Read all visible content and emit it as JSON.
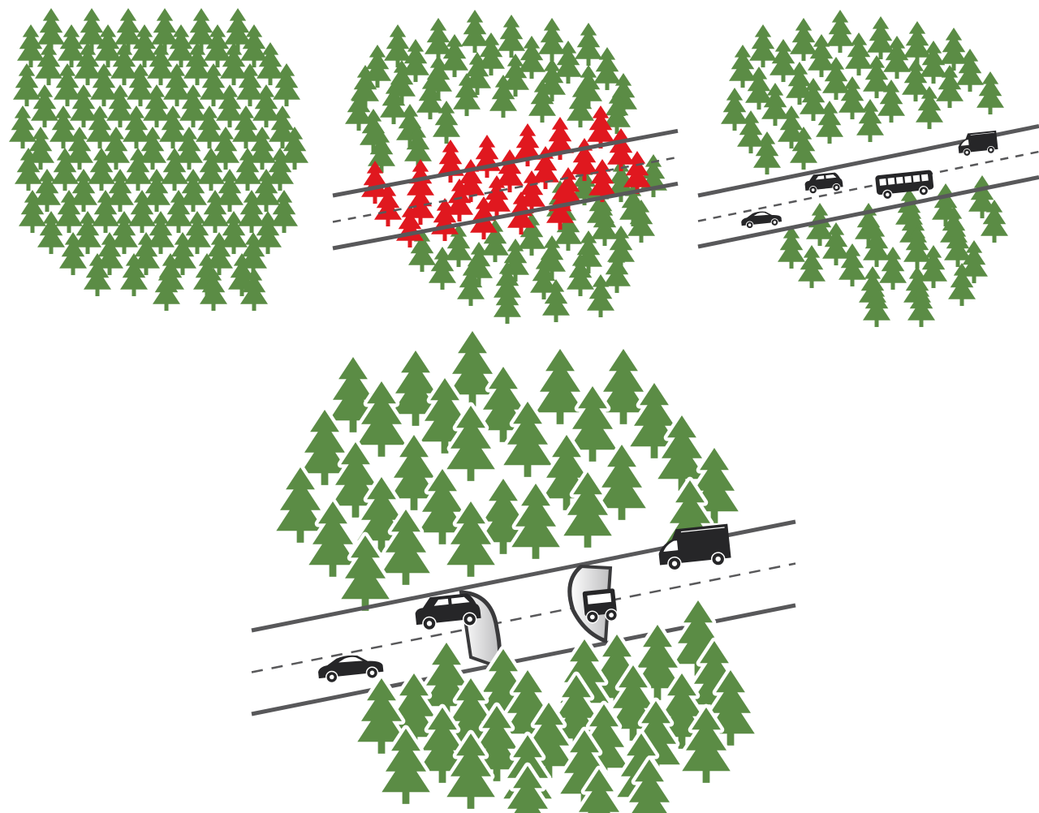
{
  "colors": {
    "tree": "#5b8c45",
    "tree_trunk": "#5b8c45",
    "tree_outline": "#ffffff",
    "cleared_tree": "#e0181f",
    "road_edge": "#58585a",
    "road_centerline": "#58585a",
    "vehicle": "#262628",
    "vehicle_detail": "#ffffff",
    "tunnel_inner": "#c9c9cb",
    "tunnel_outline": "#3a3a3c",
    "background": "#ffffff"
  },
  "panels": [
    {
      "key": "forest",
      "road": false,
      "cleared_trees": false,
      "vehicles": [],
      "tunnel": false
    },
    {
      "key": "road-planned",
      "road": true,
      "cleared_trees": true,
      "vehicles": [],
      "tunnel": false
    },
    {
      "key": "road-built",
      "road": true,
      "cleared_trees": false,
      "vehicles": [
        "sedan-icon",
        "suv-icon",
        "bus-icon",
        "van-icon"
      ],
      "tunnel": false
    },
    {
      "key": "tunnel-crossing",
      "road": true,
      "cleared_trees": false,
      "vehicles": [
        "sedan-icon",
        "suv-icon",
        "truck-icon",
        "van-icon"
      ],
      "tunnel": true
    }
  ]
}
